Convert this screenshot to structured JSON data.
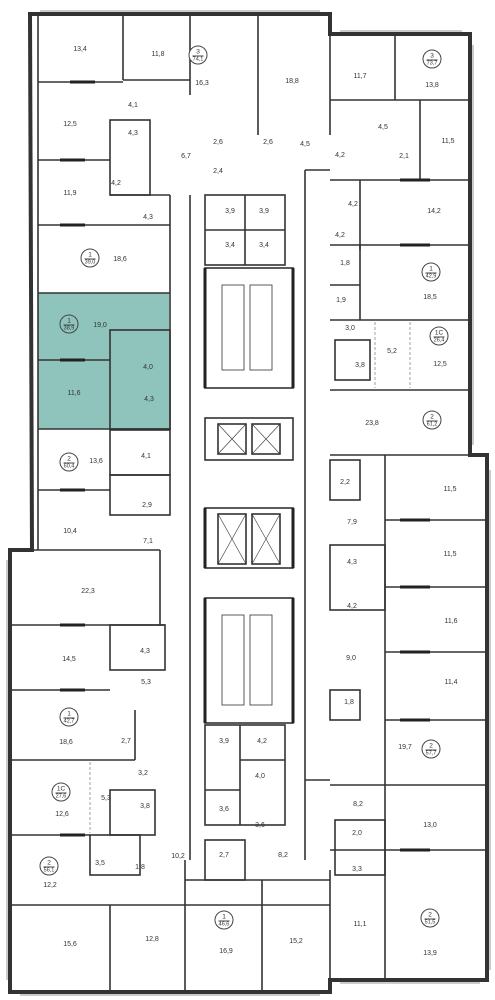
{
  "highlight_color": "#8fc4bd",
  "wall_color": "#333333",
  "apartments": [
    {
      "id": "a1",
      "rooms": "3",
      "area": "74,1"
    },
    {
      "id": "a2",
      "rooms": "3",
      "area": "73,7"
    },
    {
      "id": "a3",
      "rooms": "1",
      "area": "39,0"
    },
    {
      "id": "a4",
      "rooms": "1",
      "area": "42,9"
    },
    {
      "id": "a5",
      "rooms": "1",
      "area": "38,9",
      "highlighted": true
    },
    {
      "id": "a6",
      "rooms": "1С",
      "area": "26,4"
    },
    {
      "id": "a7",
      "rooms": "2",
      "area": "61,2"
    },
    {
      "id": "a8",
      "rooms": "2",
      "area": "60,4"
    },
    {
      "id": "a9",
      "rooms": "1",
      "area": "42,7"
    },
    {
      "id": "a10",
      "rooms": "2",
      "area": "57,7"
    },
    {
      "id": "a11",
      "rooms": "1С",
      "area": "27,6"
    },
    {
      "id": "a12",
      "rooms": "2",
      "area": "56,1"
    },
    {
      "id": "a13",
      "rooms": "2",
      "area": "51,5"
    },
    {
      "id": "a14",
      "rooms": "1",
      "area": "46,6"
    }
  ],
  "room_labels": [
    "13,4",
    "11,8",
    "16,3",
    "18,8",
    "11,7",
    "13,8",
    "12,5",
    "4,1",
    "4,3",
    "4,2",
    "6,7",
    "2,6",
    "2,6",
    "2,4",
    "4,5",
    "4,5",
    "4,2",
    "2,1",
    "11,5",
    "11,9",
    "4,3",
    "4,2",
    "14,2",
    "3,9",
    "3,9",
    "3,4",
    "3,4",
    "4,2",
    "18,6",
    "1,8",
    "18,5",
    "1,9",
    "19,0",
    "4,0",
    "3,0",
    "5,2",
    "3,8",
    "12,5",
    "11,6",
    "4,3",
    "23,8",
    "4,1",
    "13,6",
    "2,2",
    "2,9",
    "11,5",
    "10,4",
    "7,9",
    "7,1",
    "11,5",
    "22,3",
    "4,3",
    "4,2",
    "11,6",
    "14,5",
    "4,3",
    "9,0",
    "11,4",
    "5,3",
    "1,8",
    "18,6",
    "2,7",
    "3,9",
    "4,2",
    "19,7",
    "4,0",
    "3,2",
    "5,3",
    "12,6",
    "3,8",
    "8,2",
    "3,6",
    "3,6",
    "2,0",
    "13,0",
    "3,3",
    "3,5",
    "1,8",
    "10,2",
    "2,7",
    "8,2",
    "12,2",
    "11,1",
    "13,9",
    "15,6",
    "12,8",
    "16,9",
    "15,2"
  ]
}
